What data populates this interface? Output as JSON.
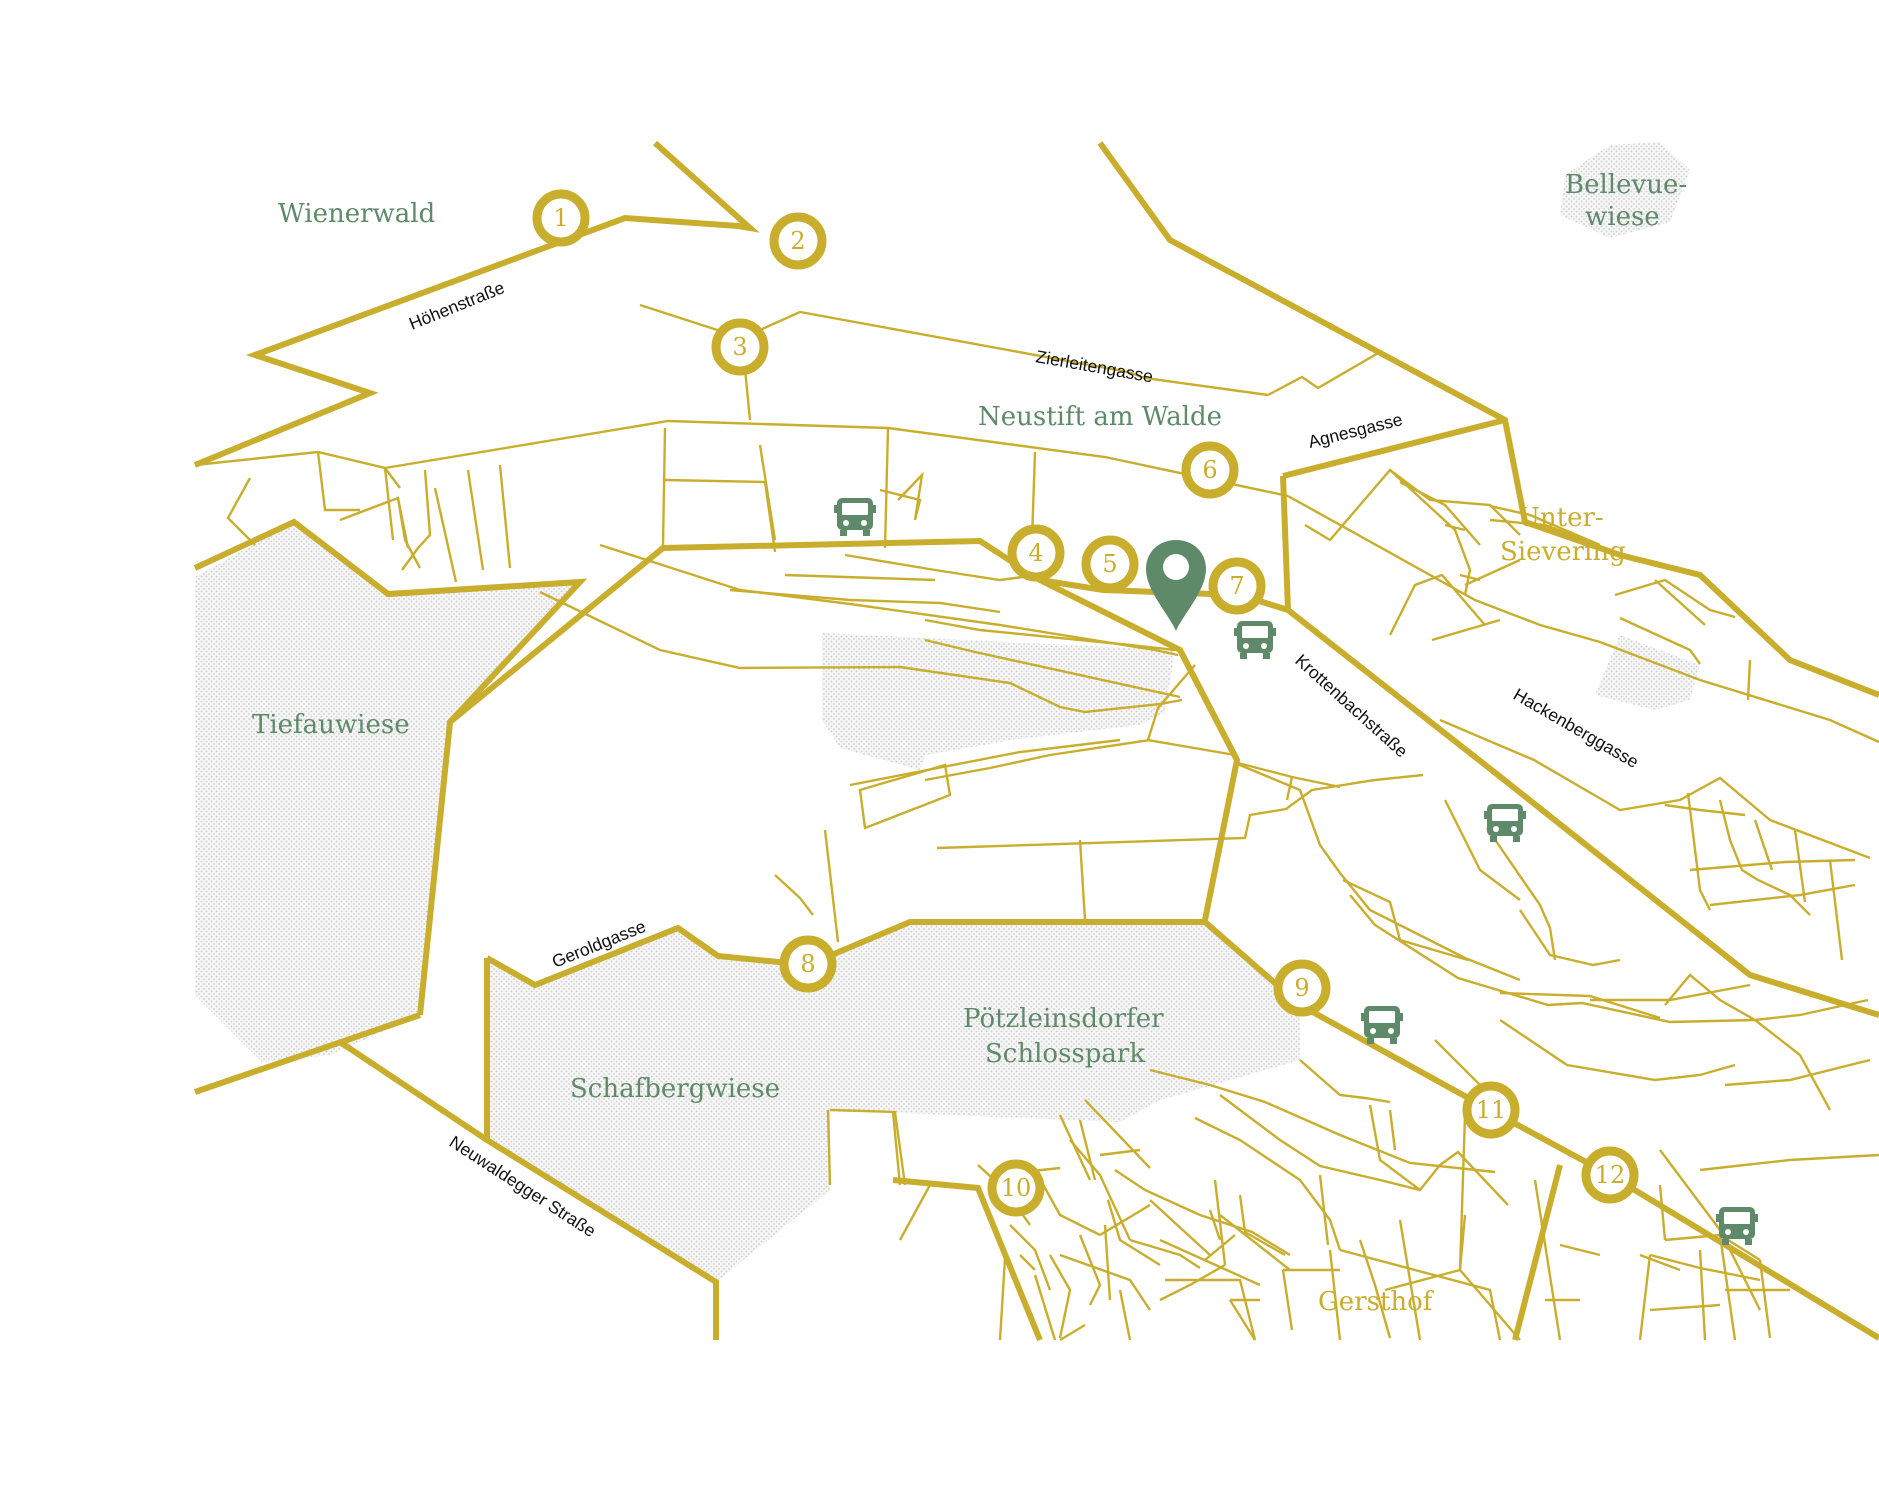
{
  "colors": {
    "road": "#c9ae2e",
    "park_dots": "#cfcfcf",
    "place_label_green": "#5f8a6a",
    "place_label_gold": "#c9ae2e",
    "icon_green": "#5f8a6a",
    "background": "#ffffff"
  },
  "places": {
    "wienerwald": "Wienerwald",
    "bellevue_1": "Bellevue-",
    "bellevue_2": "wiese",
    "neustift": "Neustift am Walde",
    "unter_1": "Unter-",
    "unter_2": "Sievering",
    "tiefauwiese": "Tiefauwiese",
    "poetzleinsdorfer_1": "Pötzleinsdorfer",
    "poetzleinsdorfer_2": "Schlosspark",
    "schafbergwiese": "Schafbergwiese",
    "gersthof": "Gersthof"
  },
  "streets": {
    "hoehenstrasse": "Höhenstraße",
    "zierleitengasse": "Zierleitengasse",
    "agnesgasse": "Agnesgasse",
    "krottenbachstrasse": "Krottenbachstraße",
    "hackenberggasse": "Hackenberggasse",
    "geroldgasse": "Geroldgasse",
    "neuwaldegger": "Neuwaldegger Straße"
  },
  "markers": [
    "1",
    "2",
    "3",
    "4",
    "5",
    "6",
    "7",
    "8",
    "9",
    "10",
    "11",
    "12"
  ],
  "icons": {
    "bus": "bus-icon",
    "location": "location-pin-icon"
  }
}
